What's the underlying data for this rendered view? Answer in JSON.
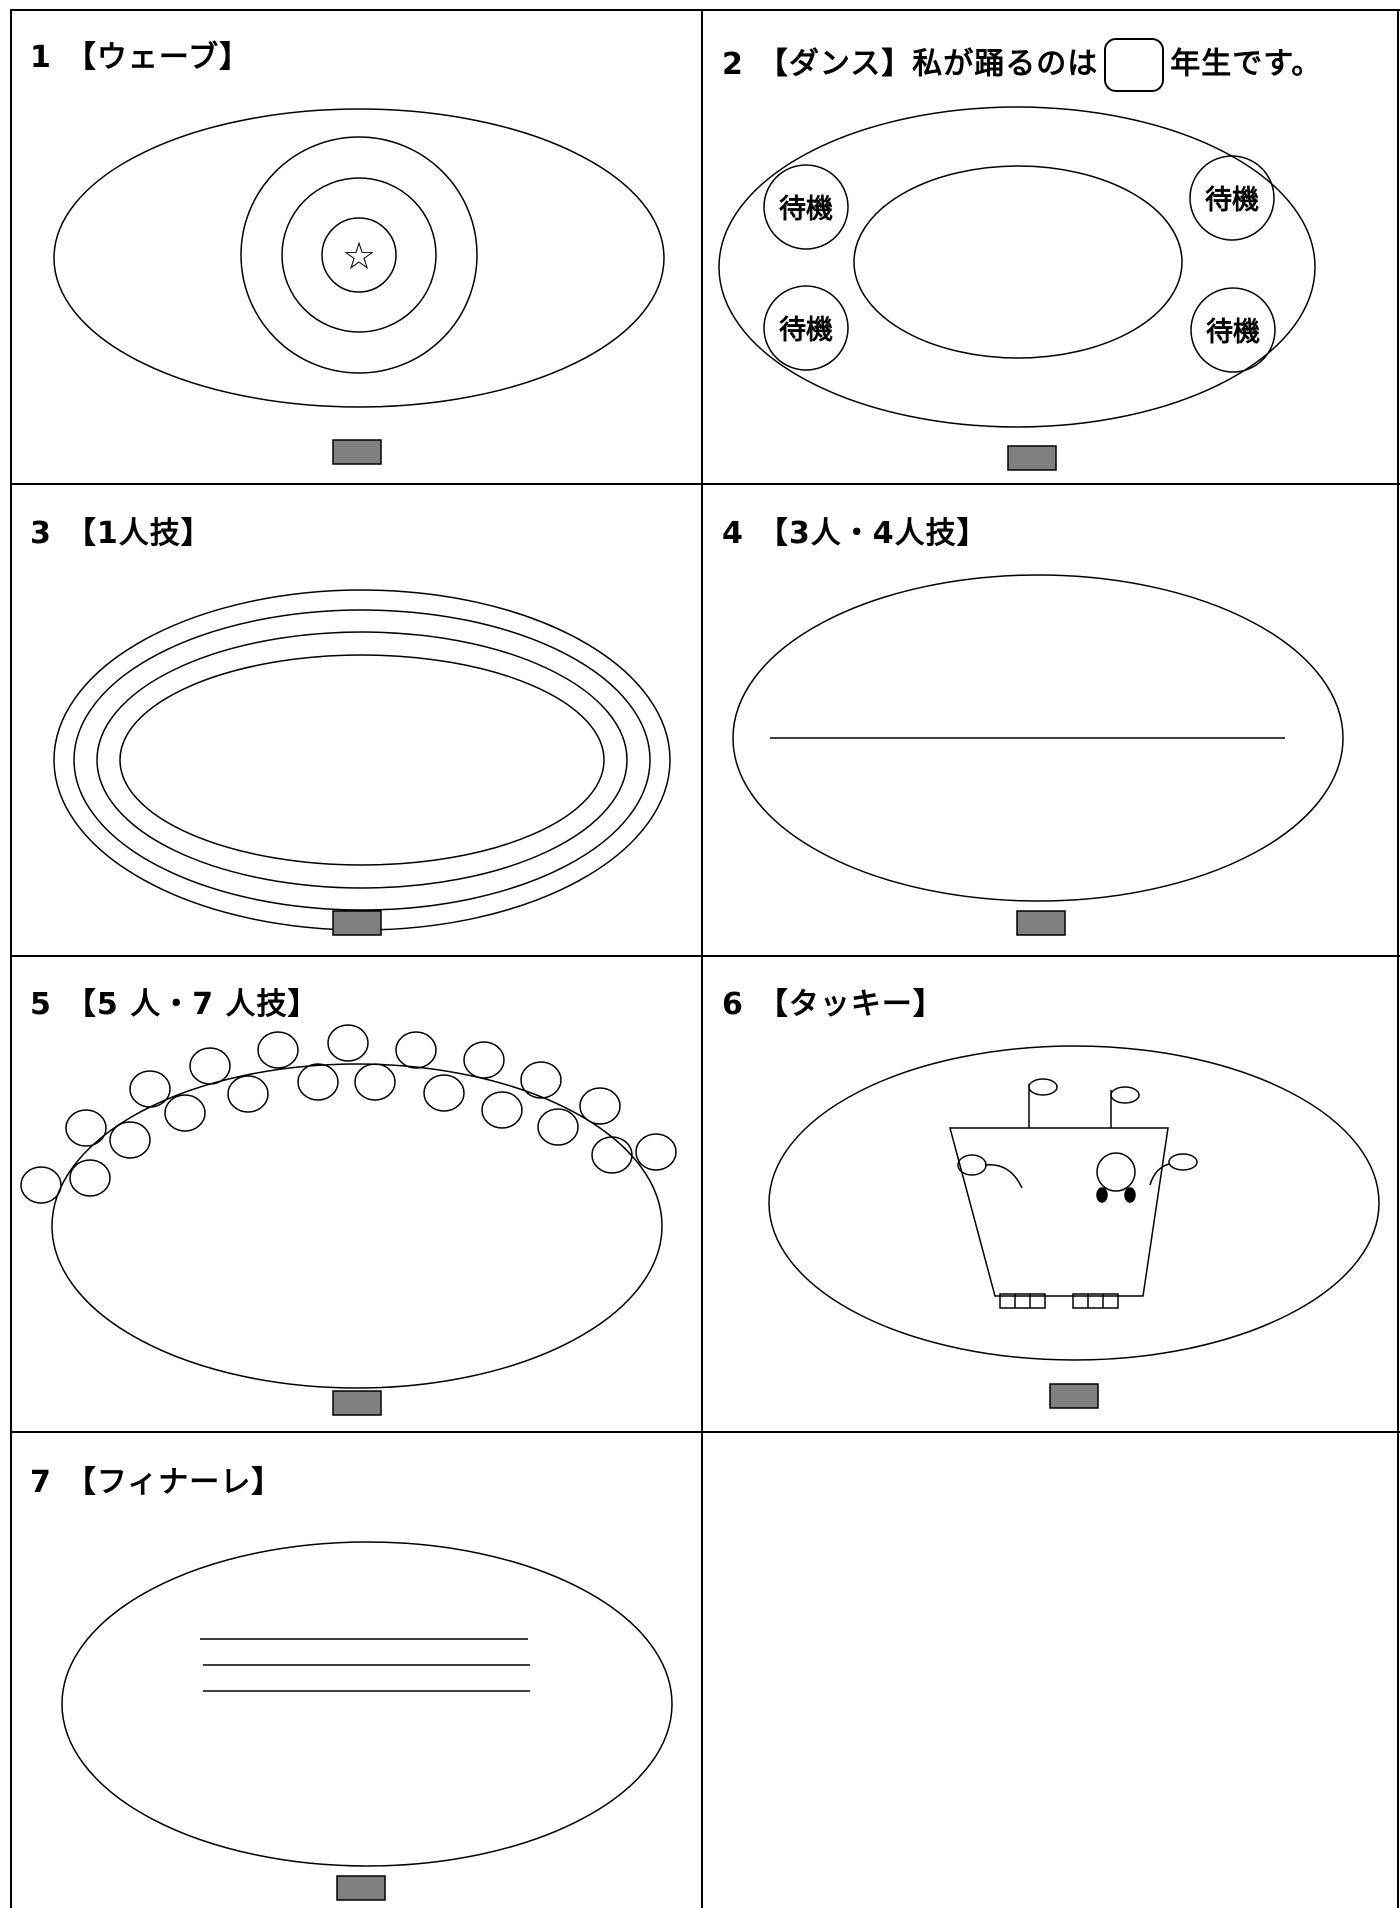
{
  "sections": [
    {
      "number": "1",
      "title": "【ウェーブ】"
    },
    {
      "number": "2",
      "title_before": "【ダンス】私が踊るのは",
      "title_after": "年生です。"
    },
    {
      "number": "3",
      "title": "【1人技】"
    },
    {
      "number": "4",
      "title": "【3人・4人技】"
    },
    {
      "number": "5",
      "title": "【5 人・7 人技】"
    },
    {
      "number": "6",
      "title": "【タッキー】"
    },
    {
      "number": "7",
      "title": "【フィナーレ】"
    }
  ],
  "waiting_label": "待機",
  "star_glyph": "☆",
  "colors": {
    "line": "#000000",
    "marker": "#808080"
  }
}
